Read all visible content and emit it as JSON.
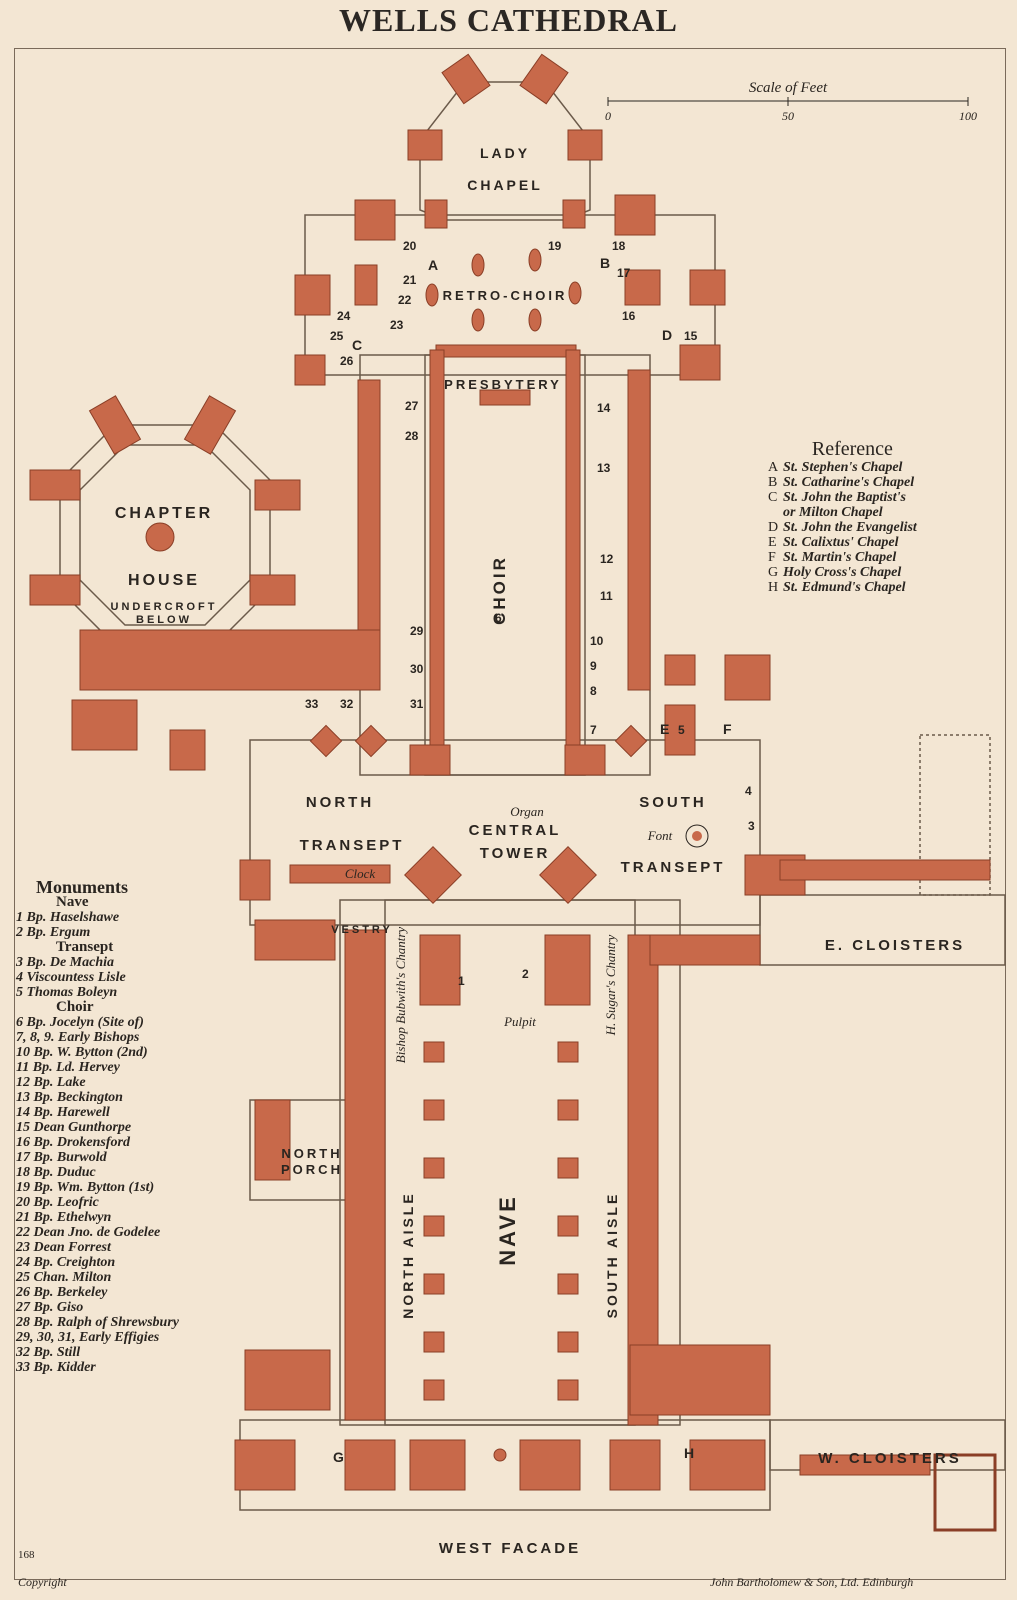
{
  "title": "WELLS CATHEDRAL",
  "scale": {
    "label": "Scale of Feet",
    "ticks": [
      "0",
      "50",
      "100"
    ]
  },
  "reference": {
    "heading": "Reference",
    "items": [
      {
        "key": "A",
        "text": "St. Stephen's Chapel"
      },
      {
        "key": "B",
        "text": "St. Catharine's Chapel"
      },
      {
        "key": "C",
        "text": "St. John the Baptist's"
      },
      {
        "key": "",
        "text": "or Milton Chapel"
      },
      {
        "key": "D",
        "text": "St. John the Evangelist"
      },
      {
        "key": "E",
        "text": "St. Calixtus' Chapel"
      },
      {
        "key": "F",
        "text": "St. Martin's Chapel"
      },
      {
        "key": "G",
        "text": "Holy Cross's Chapel"
      },
      {
        "key": "H",
        "text": "St. Edmund's Chapel"
      }
    ]
  },
  "monuments": {
    "heading": "Monuments",
    "sections": [
      {
        "name": "Nave",
        "items": [
          "1 Bp. Haselshawe",
          "2 Bp. Ergum"
        ]
      },
      {
        "name": "Transept",
        "items": [
          "3 Bp. De Machia",
          "4 Viscountess Lisle",
          "5 Thomas Boleyn"
        ]
      },
      {
        "name": "Choir",
        "items": [
          "6 Bp. Jocelyn (Site of)",
          "7, 8, 9. Early Bishops",
          "10 Bp. W. Bytton (2nd)",
          "11 Bp. Ld. Hervey",
          "12 Bp. Lake",
          "13 Bp. Beckington",
          "14 Bp. Harewell",
          "15 Dean Gunthorpe",
          "16 Bp. Drokensford",
          "17 Bp. Burwold",
          "18 Bp. Duduc",
          "19 Bp. Wm. Bytton (1st)",
          "20 Bp. Leofric",
          "21 Bp. Ethelwyn",
          "22 Dean Jno. de Godelee",
          "23 Dean Forrest",
          "24 Bp. Creighton",
          "25 Chan. Milton",
          "26 Bp. Berkeley",
          "27 Bp. Giso",
          "28 Bp. Ralph of Shrewsbury",
          "29, 30, 31, Early Effigies",
          "32 Bp. Still",
          "33 Bp. Kidder"
        ]
      }
    ]
  },
  "areas": {
    "lady_chapel_1": "LADY",
    "lady_chapel_2": "CHAPEL",
    "retro_choir": "RETRO-CHOIR",
    "presbytery": "PRESBYTERY",
    "choir": "CHOIR",
    "chapter_1": "CHAPTER",
    "chapter_2": "HOUSE",
    "undercroft_1": "UNDERCROFT",
    "undercroft_2": "BELOW",
    "north_1": "NORTH",
    "north_2": "TRANSEPT",
    "south_1": "SOUTH",
    "south_2": "TRANSEPT",
    "central_1": "CENTRAL",
    "central_2": "TOWER",
    "organ": "Organ",
    "font": "Font",
    "clock": "Clock",
    "vestry": "VESTRY",
    "e_cloisters": "E. CLOISTERS",
    "w_cloisters": "W. CLOISTERS",
    "north_porch_1": "NORTH",
    "north_porch_2": "PORCH",
    "nave": "NAVE",
    "north_aisle": "NORTH AISLE",
    "south_aisle": "SOUTH AISLE",
    "pulpit": "Pulpit",
    "bubwith": "Bishop Bubwith's Chantry",
    "sugar": "H. Sugar's Chantry",
    "west_facade": "WEST FACADE"
  },
  "chapel_letters": [
    "A",
    "B",
    "C",
    "D",
    "E",
    "F",
    "G",
    "H"
  ],
  "monument_numbers": [
    "1",
    "2",
    "3",
    "4",
    "5",
    "6",
    "7",
    "8",
    "9",
    "10",
    "11",
    "12",
    "13",
    "14",
    "15",
    "16",
    "17",
    "18",
    "19",
    "20",
    "21",
    "22",
    "23",
    "24",
    "25",
    "26",
    "27",
    "28",
    "29",
    "30",
    "31",
    "32",
    "33"
  ],
  "page_number": "168",
  "copyright": "Copyright",
  "publisher": "John Bartholomew & Son, Ltd. Edinburgh",
  "colors": {
    "masonry": "#c8694a",
    "paper": "#f3e6d3",
    "ink": "#2a2520"
  }
}
